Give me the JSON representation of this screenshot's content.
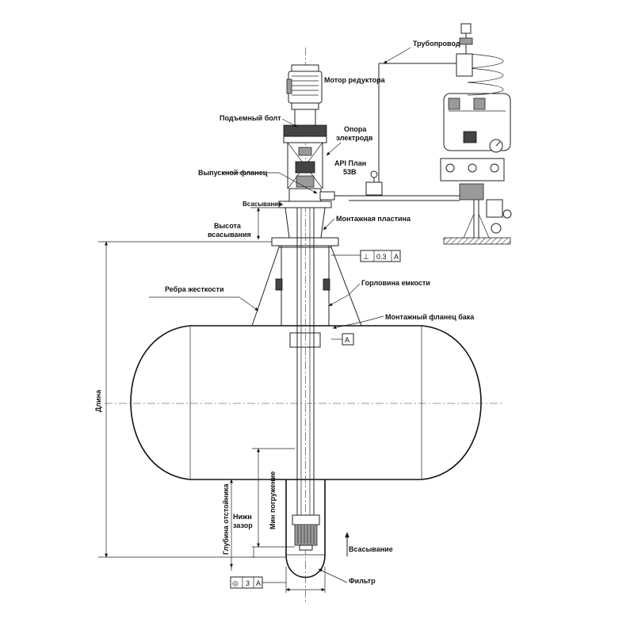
{
  "labels": {
    "pipeline": "Трубопровод",
    "gear_motor": "Мотор редуктора",
    "lifting_bolt": "Подъемный болт",
    "electrode_support_1": "Опора",
    "electrode_support_2": "электродв",
    "api_plan_1": "API  План",
    "api_plan_2": "53B",
    "discharge_flange": "Выпускной фланец",
    "suction_small": "Всасывание",
    "suction_height_1": "Высота",
    "suction_height_2": "всасывания",
    "mounting_plate": "Монтажная пластина",
    "stiffening_ribs": "Ребра жесткости",
    "tank_neck": "Горловина емкости",
    "tank_mounting_flange": "Монтажный фланец бака",
    "length": "Длина",
    "sump_depth": "Глубина отстойника",
    "min_submergence": "Мин погружение",
    "bottom_clearance_1": "Нижн",
    "bottom_clearance_2": "зазор",
    "suction_arrow": "Всасывание",
    "filter": "Фильтр"
  },
  "tolerances": {
    "perpendicularity": {
      "symbol": "⊥",
      "value": "0.3",
      "datum": "A"
    },
    "concentricity": {
      "symbol": "◎",
      "value": "3",
      "datum": "A"
    },
    "datum_label": "A"
  },
  "icons": [
    "gear-motor-icon",
    "pressure-gauge-icon",
    "valve-icon",
    "flow-arrow-icon"
  ]
}
